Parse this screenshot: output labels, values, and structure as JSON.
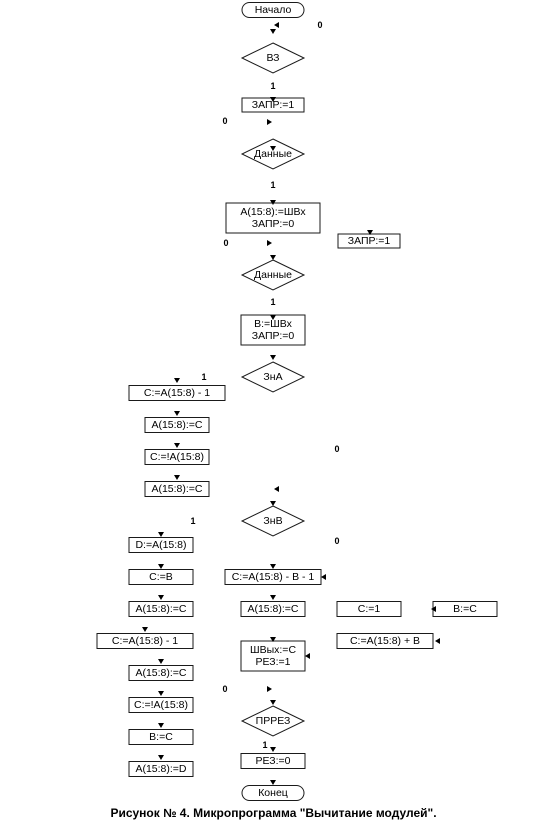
{
  "blocks": {
    "start": "Начало",
    "b1": "ВЗ",
    "b2": "ЗАПР:=1",
    "b3": "Данные",
    "b4": [
      "A(15:8):=ШВх",
      "ЗАПР:=0"
    ],
    "b5": "ЗАПР:=1",
    "b6": "Данные",
    "b7": [
      "B:=ШВх",
      "ЗАПР:=0"
    ],
    "b8": "ЗнА",
    "b9": "C:=A(15:8) - 1",
    "b10": "A(15:8):=C",
    "b11": "C:=!A(15:8)",
    "b12": "A(15:8):=C",
    "b13": "ЗнВ",
    "b14": "D:=A(15:8)",
    "b15": "C:=B",
    "b16": "A(15:8):=C",
    "b17": "C:=A(15:8) - 1",
    "b18": "A(15:8):=C",
    "b19": "C:=!A(15:8)",
    "b20": "B:=C",
    "b21": "A(15:8):=D",
    "b22": "C:=A(15:8) - B - 1",
    "b23": "A(15:8):=C",
    "b24": "C:=1",
    "b25": "B:=C",
    "b26": "C:=A(15:8) + B",
    "b27": [
      "ШВых:=C",
      "РЕЗ:=1"
    ],
    "b28": "ПРРЕЗ",
    "b29": "РЕЗ:=0",
    "end": "Конец"
  },
  "labels": {
    "l1": "0",
    "l2": "1",
    "l3": "0",
    "l4": "1",
    "l5": "0",
    "l6": "1",
    "l7": "1",
    "l8": "0",
    "l9": "1",
    "l10": "0",
    "l11": "0",
    "l12": "1"
  },
  "caption": "Рисунок № 4. Микропрограмма \"Вычитание модулей\"."
}
